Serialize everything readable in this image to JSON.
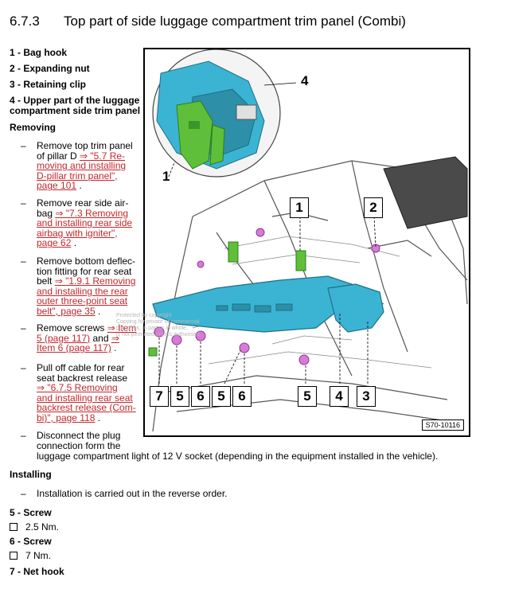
{
  "section": {
    "number": "6.7.3",
    "title": "Top part of side luggage compartment trim panel (Combi)"
  },
  "legend": {
    "item1": "1 - Bag hook",
    "item2": "2 - Expanding nut",
    "item3": "3 - Retaining clip",
    "item4_line1": "4 - Upper part of the luggage",
    "item4_line2": "compartment side trim panel"
  },
  "removing": {
    "heading": "Removing",
    "dash": "–",
    "steps": [
      {
        "lines": [
          {
            "text": "Remove top trim panel",
            "link": false
          },
          {
            "text": "of pillar D ",
            "link": false
          },
          {
            "text": "⇒ \"5.7 Re-",
            "link": true
          },
          {
            "text": "moving and installing",
            "link": true
          },
          {
            "text": "D-pillar trim panel\",",
            "link": true
          },
          {
            "text": "page 101",
            "link": true
          },
          {
            "text": " .",
            "link": false
          }
        ]
      },
      {
        "lines": [
          {
            "text": "Remove rear side air-",
            "link": false
          },
          {
            "text": "bag ",
            "link": false
          },
          {
            "text": "⇒ \"7.3 Removing",
            "link": true
          },
          {
            "text": "and installing rear side",
            "link": true
          },
          {
            "text": "airbag with igniter\",",
            "link": true
          },
          {
            "text": "page 62",
            "link": true
          },
          {
            "text": " .",
            "link": false
          }
        ]
      },
      {
        "lines": [
          {
            "text": "Remove bottom deflec-",
            "link": false
          },
          {
            "text": "tion fitting for rear seat",
            "link": false
          },
          {
            "text": "belt ",
            "link": false
          },
          {
            "text": "⇒ \"1.9.1 Removing",
            "link": true
          },
          {
            "text": "and installing the rear",
            "link": true
          },
          {
            "text": "outer three-point seat",
            "link": true
          },
          {
            "text": "belt\", page 35",
            "link": true
          },
          {
            "text": " .",
            "link": false
          }
        ]
      },
      {
        "lines": [
          {
            "text": "Remove screws ",
            "link": false
          },
          {
            "text": "⇒ Item",
            "link": true
          },
          {
            "text": "5 (page 117)",
            "link": true
          },
          {
            "text": " and ",
            "link": false
          },
          {
            "text": "⇒",
            "link": true
          },
          {
            "text": "Item 6 (page 117)",
            "link": true
          },
          {
            "text": " .",
            "link": false
          }
        ]
      },
      {
        "lines": [
          {
            "text": "Pull off cable for rear",
            "link": false
          },
          {
            "text": "seat backrest release",
            "link": false
          },
          {
            "text": "⇒ \"6.7.5 Removing",
            "link": true
          },
          {
            "text": "and installing rear seat",
            "link": true
          },
          {
            "text": "backrest release (Com-",
            "link": true
          },
          {
            "text": "bi)\", page 118",
            "link": true
          },
          {
            "text": " .",
            "link": false
          }
        ]
      },
      {
        "line1": "Disconnect the plug",
        "line2": "connection form the",
        "line3": "luggage compartment light of 12 V socket (depending in the equipment installed in the vehicle)."
      }
    ]
  },
  "installing": {
    "heading": "Installing",
    "step": "Installation is carried out in the reverse order."
  },
  "specs": {
    "item5_title": "5 - Screw",
    "item5_value": "2.5 Nm.",
    "item6_title": "6 - Screw",
    "item6_value": "7 Nm.",
    "item7_title": "7 - Net hook"
  },
  "figure": {
    "code": "S70-10116",
    "labels": {
      "n4_top": "4",
      "n1_left": "1",
      "n1_box": "1",
      "n2_box": "2",
      "bottom": [
        "7",
        "5",
        "6",
        "5",
        "6",
        "5",
        "4",
        "3"
      ]
    },
    "watermark_lines": [
      "Protected by copyright",
      "Copying for private or commercial",
      "purposes, in part or in whole,",
      "is not permitted unless authorised"
    ],
    "colors": {
      "trim_panel": "#3bb4d3",
      "bag_hook": "#5fbf3a",
      "fastener": "#d87ad8",
      "link": "#c0282d"
    }
  }
}
